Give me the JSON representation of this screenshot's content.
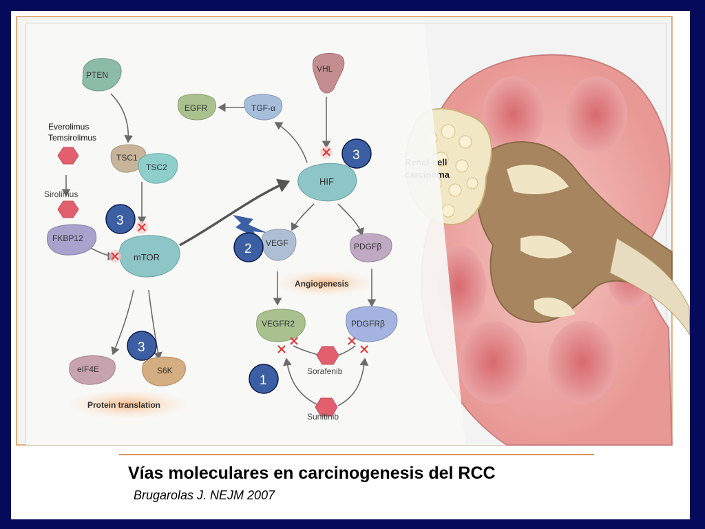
{
  "figure": {
    "nodes": {
      "pten": "PTEN",
      "vhl": "VHL",
      "egfr": "EGFR",
      "tgf": "TGF-α",
      "tsc1": "TSC1",
      "tsc2": "TSC2",
      "hif": "HIF",
      "fkbp12": "FKBP12",
      "mtor": "mTOR",
      "vegf": "VEGF",
      "pdgfb": "PDGFβ",
      "vegfr2": "VEGFR2",
      "pdgfrb": "PDGFRβ",
      "eif4e": "eIF4E",
      "s6k": "S6K"
    },
    "drugs": {
      "everolimus": "Everolimus",
      "temsirolimus": "Temsirolimus",
      "sirolimus": "Sirolimus",
      "sorafenib": "Sorafenib",
      "sunitinib": "Sunitinib"
    },
    "processes": {
      "angiogenesis": "Angiogenesis",
      "protein_translation": "Protein translation"
    },
    "tumor_label_line1": "Renal-cell",
    "tumor_label_line2": "carcinoma",
    "badges": {
      "hif_badge": "3",
      "mtor_badge": "3",
      "vegf_badge": "2",
      "s6k_badge": "3",
      "vegfr_badge": "1"
    }
  },
  "caption": {
    "title": "Vías  moleculares en carcinogenesis del RCC",
    "subtitle": "Brugarolas J. NEJM 2007"
  },
  "colors": {
    "background": "#050a5a",
    "badge": "#3c5fa3",
    "inhibit_x": "#e03030",
    "drug_hex": "#e2606e"
  }
}
